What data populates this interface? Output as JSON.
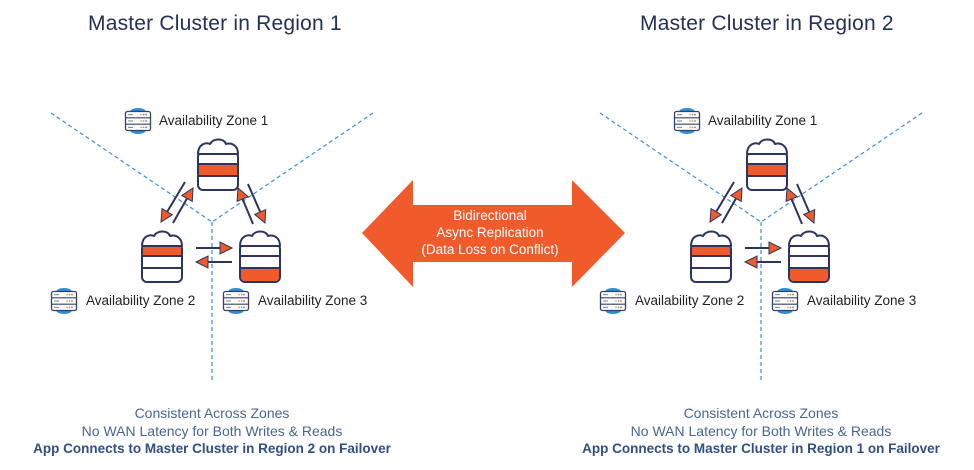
{
  "colors": {
    "navy": "#253056",
    "accent_orange": "#f15a2b",
    "dashed_blue": "#3b8ed8",
    "caption_blue": "#4a6592"
  },
  "regions": [
    {
      "title": "Master Cluster in Region 1",
      "zones": [
        {
          "label": "Availability Zone 1",
          "icon": "server-rack-icon"
        },
        {
          "label": "Availability Zone 2",
          "icon": "server-rack-icon"
        },
        {
          "label": "Availability Zone 3",
          "icon": "server-rack-icon"
        }
      ],
      "captions": [
        "Consistent Across Zones",
        "No WAN Latency for Both Writes & Reads",
        "App Connects to Master Cluster in Region 2 on Failover"
      ]
    },
    {
      "title": "Master Cluster in Region 2",
      "zones": [
        {
          "label": "Availability Zone 1",
          "icon": "server-rack-icon"
        },
        {
          "label": "Availability Zone 2",
          "icon": "server-rack-icon"
        },
        {
          "label": "Availability Zone 3",
          "icon": "server-rack-icon"
        }
      ],
      "captions": [
        "Consistent Across Zones",
        "No WAN Latency for Both Writes & Reads",
        "App Connects to Master Cluster in Region 1 on Failover"
      ]
    }
  ],
  "replication": {
    "lines": [
      "Bidirectional",
      "Async Replication",
      "(Data Loss on Conflict)"
    ],
    "icon": "double-headed-arrow-icon"
  }
}
